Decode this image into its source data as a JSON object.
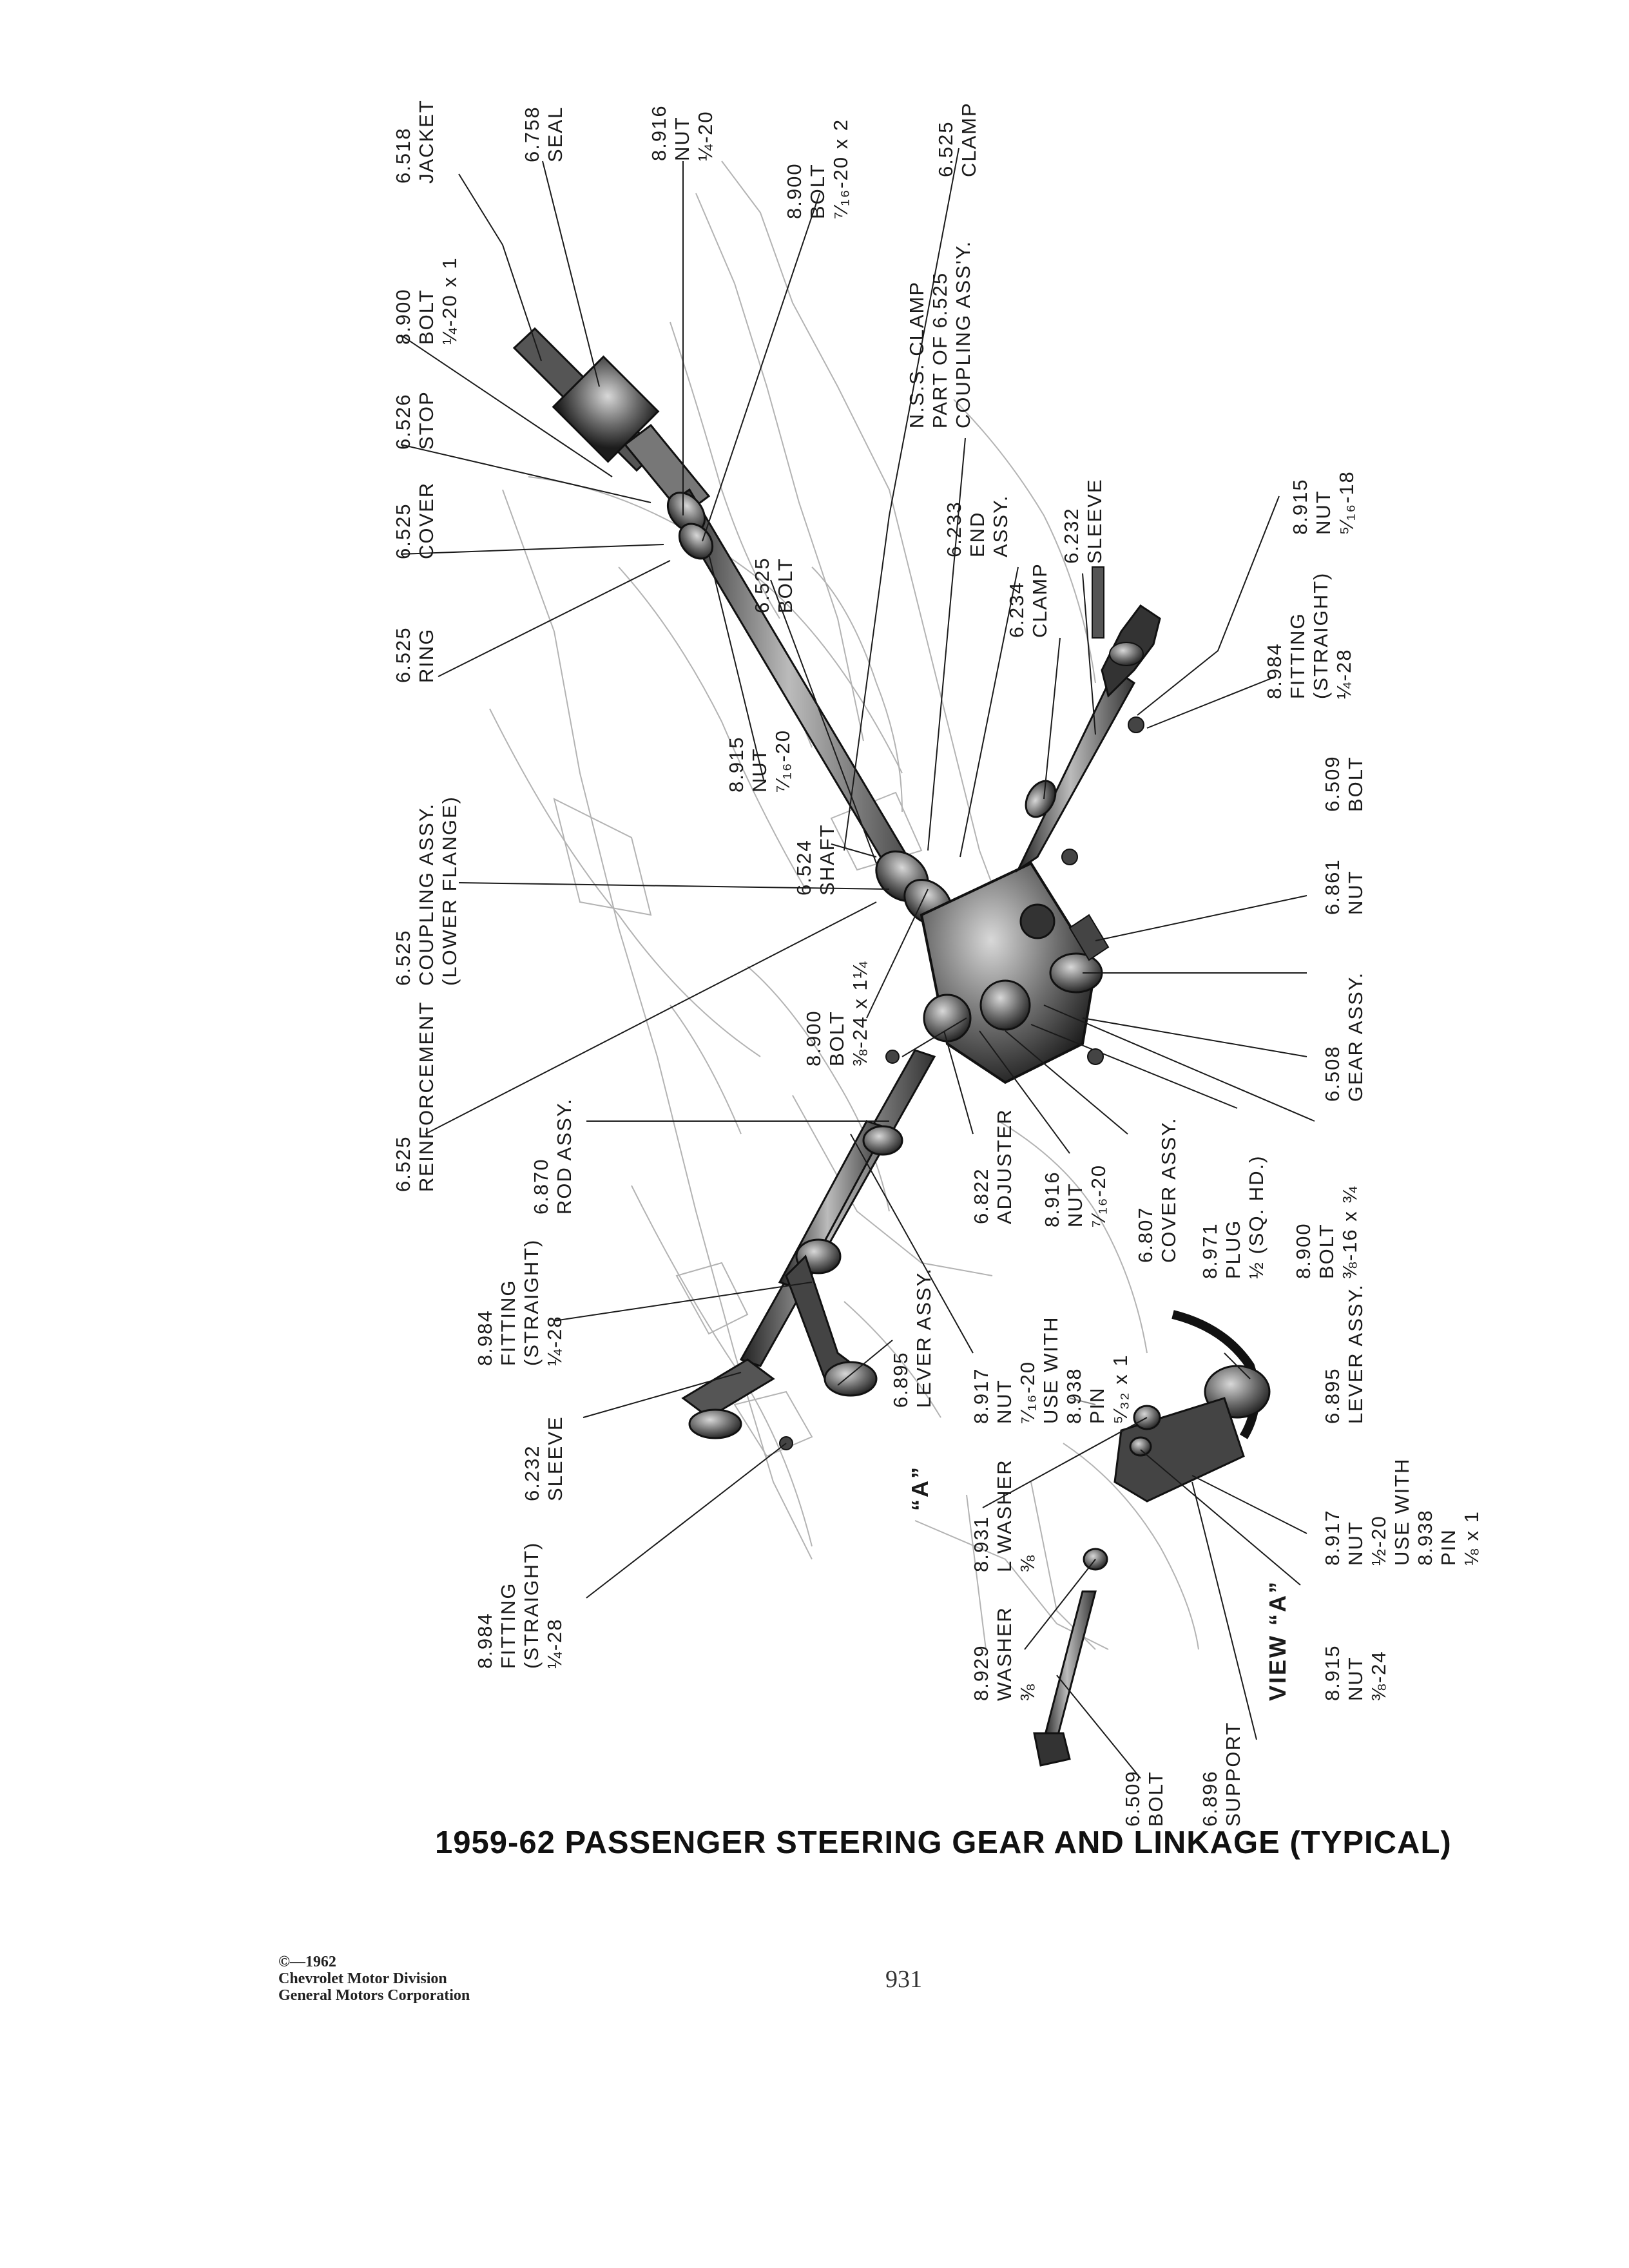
{
  "title": "1959-62 PASSENGER STEERING GEAR AND LINKAGE (TYPICAL)",
  "copyright": [
    "©—1962",
    "Chevrolet Motor Division",
    "General Motors Corporation"
  ],
  "page_number": "931",
  "callouts": {
    "jacket": [
      "6.518",
      "JACKET"
    ],
    "seal": [
      "6.758",
      "SEAL"
    ],
    "nut_top": [
      "8.916",
      "NUT",
      "¼-20"
    ],
    "bolt_upper_clamp": [
      "8.900",
      "BOLT",
      "⁷⁄₁₆-20 x 2"
    ],
    "clamp_top": [
      "6.525",
      "CLAMP"
    ],
    "bolt_jacket": [
      "8.900",
      "BOLT",
      "¼-20 x 1"
    ],
    "nss_clamp": [
      "N.S.S. CLAMP",
      "PART OF 6.525",
      "COUPLING ASS'Y."
    ],
    "stop": [
      "6.526",
      "STOP"
    ],
    "end_assy": [
      "6.233",
      "END",
      "ASSY."
    ],
    "cover": [
      "6.525",
      "COVER"
    ],
    "coupling_bolt": [
      "6.525",
      "BOLT"
    ],
    "clamp_mid": [
      "6.234",
      "CLAMP"
    ],
    "sleeve_right": [
      "6.232",
      "SLEEVE"
    ],
    "nut_right": [
      "8.915",
      "NUT",
      "⁵⁄₁₆-18"
    ],
    "ring": [
      "6.525",
      "RING"
    ],
    "fitting_right": [
      "8.984",
      "FITTING",
      "(STRAIGHT)",
      "¼-28"
    ],
    "nut_coupling": [
      "8.915",
      "NUT",
      "⁷⁄₁₆-20"
    ],
    "coupling_assy": [
      "6.525",
      "COUPLING ASSY.",
      "(LOWER FLANGE)"
    ],
    "shaft": [
      "6.524",
      "SHAFT"
    ],
    "bolt_right": [
      "6.509",
      "BOLT"
    ],
    "nut_861": [
      "6.861",
      "NUT"
    ],
    "reinforcement": [
      "6.525",
      "REINFORCEMENT"
    ],
    "bolt_gear": [
      "8.900",
      "BOLT",
      "⅜-24 x 1¼"
    ],
    "gear_assy": [
      "6.508",
      "GEAR ASSY."
    ],
    "rod_assy": [
      "6.870",
      "ROD ASSY."
    ],
    "adjuster": [
      "6.822",
      "ADJUSTER"
    ],
    "nut_916": [
      "8.916",
      "NUT",
      "⁷⁄₁₆-20"
    ],
    "cover_assy": [
      "6.807",
      "COVER ASSY."
    ],
    "plug": [
      "8.971",
      "PLUG",
      "½ (SQ. HD.)"
    ],
    "bolt_cover": [
      "8.900",
      "BOLT",
      "⅜-16 x ¾"
    ],
    "fitting_left": [
      "8.984",
      "FITTING",
      "(STRAIGHT)",
      "¼-28"
    ],
    "lever_assy": [
      "6.895",
      "LEVER ASSY."
    ],
    "nut_917": [
      "8.917",
      "NUT",
      "⁷⁄₁₆-20",
      "USE WITH",
      "8.938",
      "PIN",
      "⁵⁄₃₂ x 1"
    ],
    "sleeve_left": [
      "6.232",
      "SLEEVE"
    ],
    "view_a_mark": [
      "“A”"
    ],
    "lockwasher": [
      "8.931",
      "L WASHER",
      "⅜"
    ],
    "lever_assy_view": [
      "6.895",
      "LEVER ASSY."
    ],
    "fitting_bottom": [
      "8.984",
      "FITTING",
      "(STRAIGHT)",
      "¼-28"
    ],
    "washer": [
      "8.929",
      "WASHER",
      "⅜"
    ],
    "view_a_title": [
      "VIEW “A”"
    ],
    "nut_view": [
      "8.915",
      "NUT",
      "⅜-24"
    ],
    "nut_917_view": [
      "8.917",
      "NUT",
      "½-20",
      "USE WITH",
      "8.938",
      "PIN",
      "⅛ x 1"
    ],
    "bolt_bottom": [
      "6.509",
      "BOLT"
    ],
    "support": [
      "6.896",
      "SUPPORT"
    ]
  }
}
